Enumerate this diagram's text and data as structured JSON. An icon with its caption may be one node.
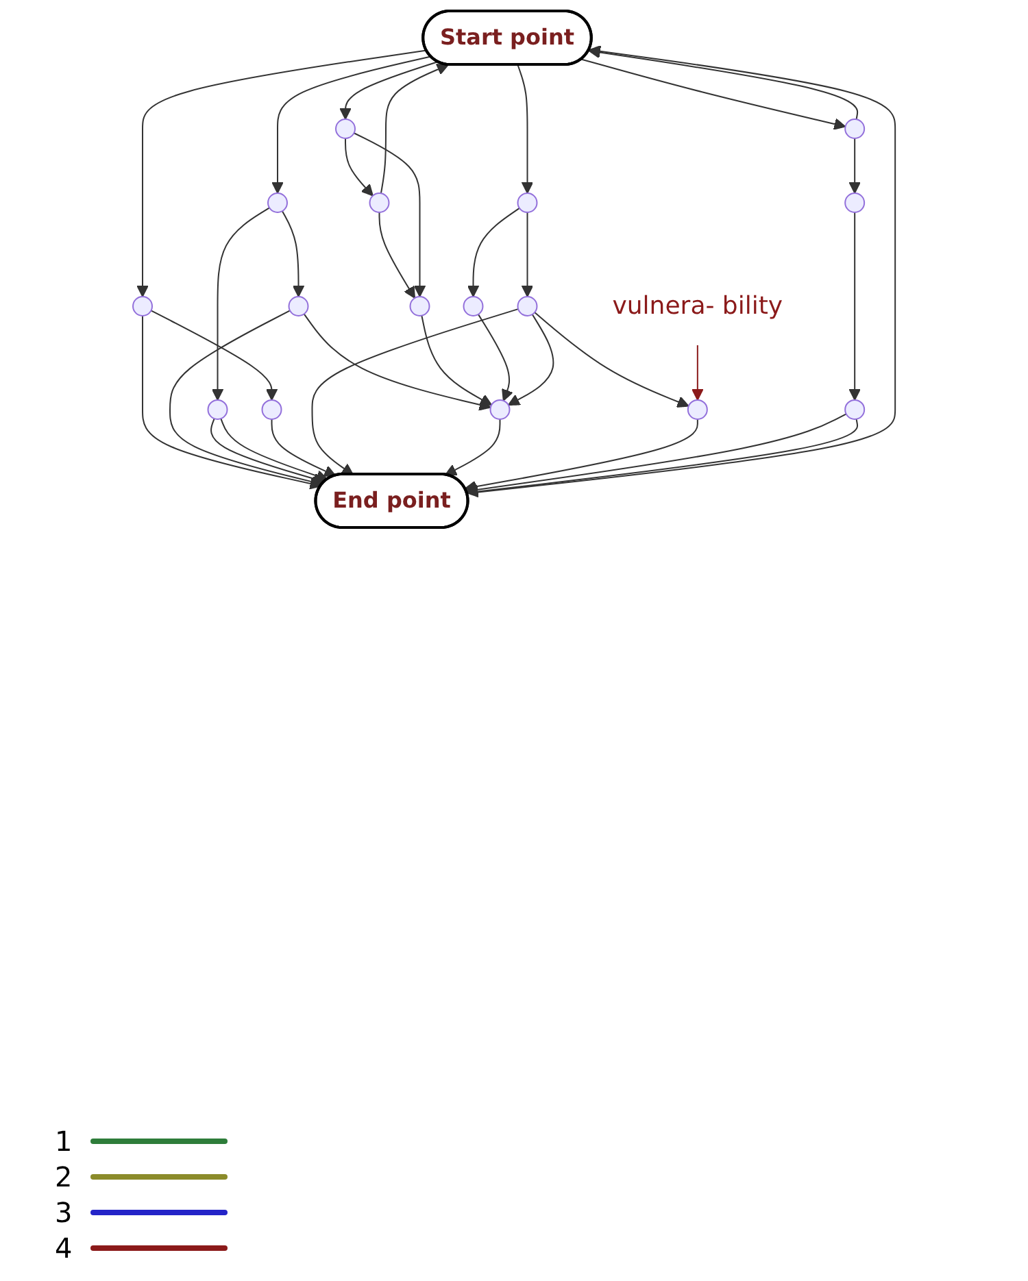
{
  "diagram": {
    "nodes": [
      {
        "text": [
          "Start point"
        ]
      },
      {
        "text": [],
        "shape": "circle"
      },
      {
        "text": [],
        "shape": "circle"
      },
      {
        "text": [],
        "shape": "circle"
      },
      {
        "text": [],
        "shape": "circle"
      },
      {
        "text": [],
        "shape": "circle"
      },
      {
        "text": [],
        "shape": "circle"
      },
      {
        "text": [],
        "shape": "circle"
      },
      {
        "text": [],
        "shape": "circle"
      },
      {
        "text": [],
        "shape": "circle"
      },
      {
        "text": [],
        "shape": "circle"
      },
      {
        "text": [],
        "shape": "circle"
      },
      {
        "text": [
          "vulnera- bility"
        ]
      },
      {
        "text": [],
        "shape": "circle"
      },
      {
        "text": [],
        "shape": "circle"
      },
      {
        "text": [],
        "shape": "circle"
      },
      {
        "text": [],
        "shape": "circle"
      },
      {
        "text": [],
        "shape": "circle"
      },
      {
        "text": [
          "End point"
        ]
      }
    ],
    "edges": [
      {
        "from": 0,
        "to": 1,
        "arrow": "to"
      },
      {
        "from": 0,
        "to": 2,
        "arrow": "to"
      },
      {
        "from": 0,
        "to": 4,
        "arrow": "to"
      },
      {
        "from": 0,
        "to": 6,
        "arrow": "to"
      },
      {
        "from": 0,
        "to": 3,
        "arrow": "to"
      },
      {
        "from": 3,
        "to": 0,
        "arrow": "to"
      },
      {
        "from": 4,
        "to": 5,
        "arrow": "to"
      },
      {
        "from": 5,
        "to": 0,
        "arrow": "to"
      },
      {
        "from": 5,
        "to": 7,
        "arrow": "to"
      },
      {
        "from": 4,
        "to": 7,
        "arrow": "to"
      },
      {
        "from": 18,
        "to": 0,
        "arrow": "to"
      },
      {
        "from": 1,
        "to": 14,
        "arrow": "to"
      },
      {
        "from": 1,
        "to": 18,
        "arrow": "to"
      },
      {
        "from": 2,
        "to": 10,
        "arrow": "to"
      },
      {
        "from": 2,
        "to": 13,
        "arrow": "to"
      },
      {
        "from": 10,
        "to": 15,
        "arrow": "to"
      },
      {
        "from": 10,
        "to": 18,
        "arrow": "to"
      },
      {
        "from": 13,
        "to": 18,
        "arrow": "to"
      },
      {
        "from": 13,
        "to": 18,
        "arrow": "to"
      },
      {
        "from": 14,
        "to": 18,
        "arrow": "to"
      },
      {
        "from": 7,
        "to": 15,
        "arrow": "to"
      },
      {
        "from": 6,
        "to": 8,
        "arrow": "to"
      },
      {
        "from": 6,
        "to": 11,
        "arrow": "to"
      },
      {
        "from": 8,
        "to": 15,
        "arrow": "to"
      },
      {
        "from": 11,
        "to": 15,
        "arrow": "to"
      },
      {
        "from": 11,
        "to": 16,
        "arrow": "to"
      },
      {
        "from": 11,
        "to": 18,
        "arrow": "to"
      },
      {
        "from": 15,
        "to": 18,
        "arrow": "to"
      },
      {
        "from": 16,
        "to": 18,
        "arrow": "to"
      },
      {
        "from": 3,
        "to": 9,
        "arrow": "to"
      },
      {
        "from": 9,
        "to": 17,
        "arrow": "to"
      },
      {
        "from": 17,
        "to": 18,
        "arrow": "to"
      },
      {
        "from": 17,
        "to": 18,
        "arrow": "to"
      },
      {
        "from": 12,
        "to": 16,
        "arrow": "to",
        "color": "#8b1a1a"
      }
    ],
    "legend": [
      {
        "text": "1",
        "color": "#2e7d3a"
      },
      {
        "text": "2",
        "color": "#8b8b2a"
      },
      {
        "text": "3",
        "color": "#2424c8"
      },
      {
        "text": "4",
        "color": "#8b1a1a"
      }
    ]
  }
}
